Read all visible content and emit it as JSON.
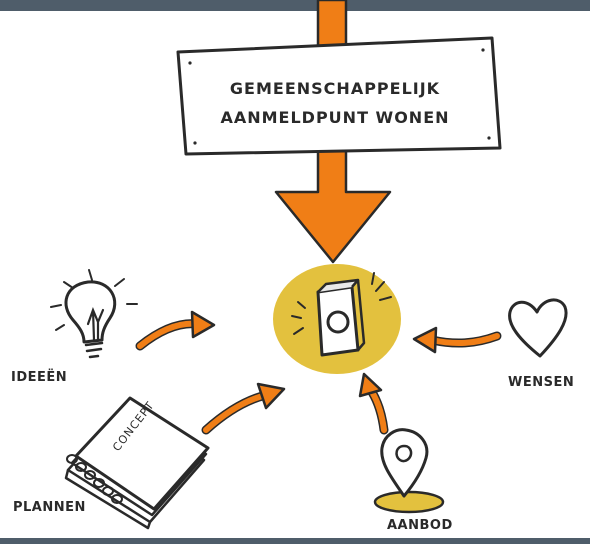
{
  "sign": {
    "line1": "GEMEENSCHAPPELIJK",
    "line2": "AANMELDPUNT WONEN"
  },
  "nodes": {
    "ideas": {
      "label": "IDEEËN",
      "icon": "lightbulb-icon"
    },
    "plans": {
      "label": "PLANNEN",
      "icon": "notebook-icon",
      "notebook_text": "CONCEPT"
    },
    "offer": {
      "label": "AANBOD",
      "icon": "location-pin-icon"
    },
    "wishes": {
      "label": "WENSEN",
      "icon": "heart-icon"
    },
    "center": {
      "icon": "mailbox-icon"
    }
  },
  "colors": {
    "frame": "#4f5d6a",
    "arrow": "#f07e16",
    "highlight": "#e3c13e",
    "ink": "#2a2a2a"
  }
}
